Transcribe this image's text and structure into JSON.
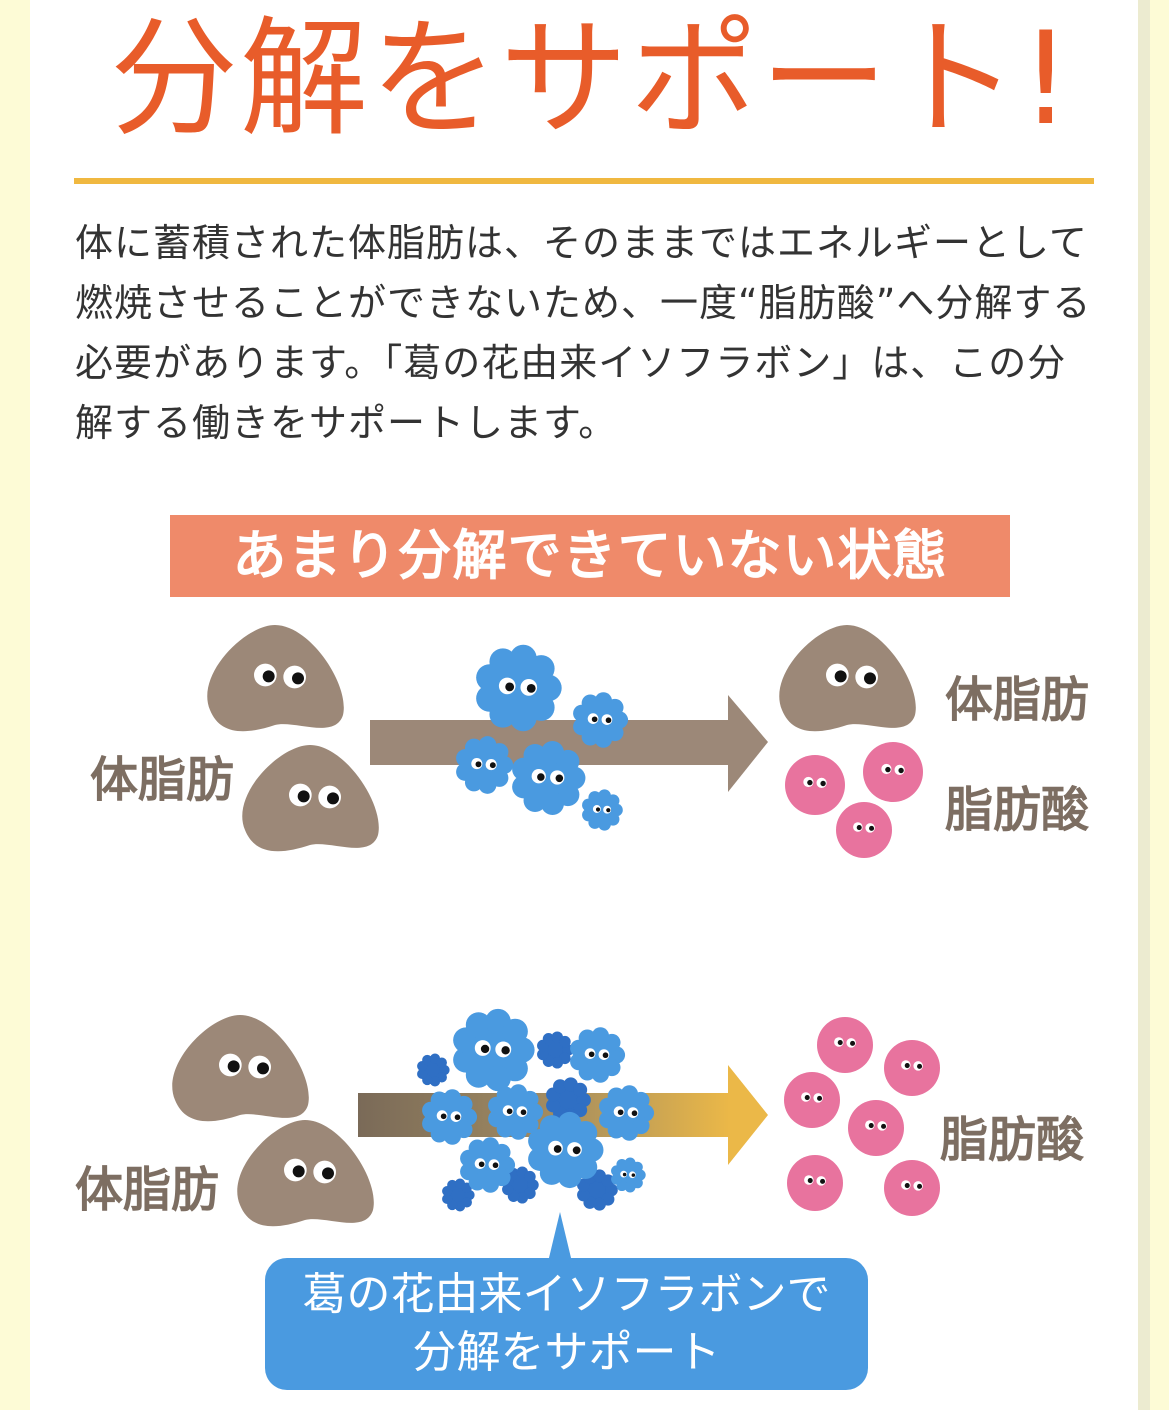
{
  "title": "分解をサポート!",
  "body": "体に蓄積された体脂肪は、そのままではエネルギーとして燃焼させることができないため、一度“脂肪酸”へ分解する必要があります。「葛の花由来イソフラボン」は、この分解する働きをサポートします。",
  "diagram_top": {
    "heading": "あまり分解できていない状態",
    "input_label": "体脂肪",
    "output_labels": [
      "体脂肪",
      "脂肪酸"
    ]
  },
  "diagram_bottom": {
    "input_label": "体脂肪",
    "output_label": "脂肪酸",
    "callout": "葛の花由来イソフラボンで\n分解をサポート"
  },
  "colors": {
    "title": "#e85c2a",
    "rule": "#f0b840",
    "heading_bg": "#ef8a6a",
    "body_fat": "#9c8878",
    "enzyme": "#4a9ae0",
    "enzyme_dark": "#2f6fc4",
    "fatty_acid": "#e8739e",
    "callout_bg": "#4a9ae0"
  }
}
